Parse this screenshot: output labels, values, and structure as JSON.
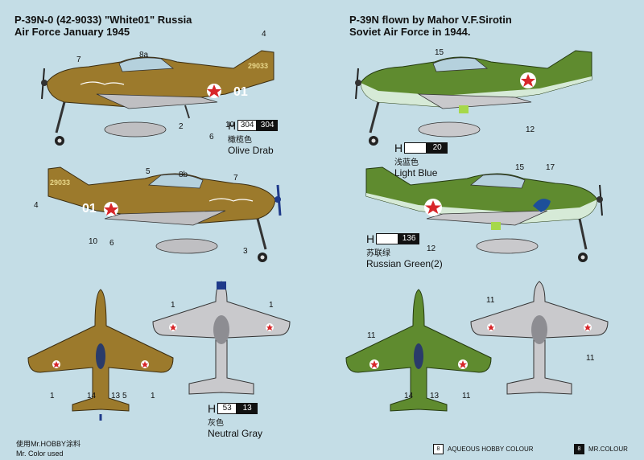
{
  "left_title": {
    "line1": "P-39N-0 (42-9033)  \"White01\" Russia",
    "line2": "Air Force January 1945"
  },
  "right_title": {
    "line1": "P-39N flown by Mahor V.F.Sirotin",
    "line2": "Soviet Air Force in 1944."
  },
  "paints": {
    "olive_drab": {
      "h": "H",
      "code1": "304",
      "code2": "304",
      "cn": "橄榄色",
      "en": "Olive Drab"
    },
    "light_blue": {
      "h": "H",
      "code2": "20",
      "cn": "浅蓝色",
      "en": "Light Blue"
    },
    "russian_green": {
      "h": "H",
      "code2": "136",
      "cn": "苏联绿",
      "en": "Russian Green(2)"
    },
    "neutral_gray": {
      "h": "H",
      "code1": "53",
      "code2": "13",
      "cn": "灰色",
      "en": "Neutral Gray"
    }
  },
  "callouts": {
    "a1": "7",
    "a2": "8a",
    "a3": "4",
    "a4": "2",
    "a5": "10",
    "a6": "6",
    "b1": "5",
    "b2": "8b",
    "b3": "7",
    "b4": "4",
    "b5": "10",
    "b6": "6",
    "b7": "3",
    "c1": "15",
    "c2": "12",
    "d1": "15",
    "d2": "17",
    "d3": "12",
    "e1": "1",
    "e2": "14",
    "e3": "13",
    "e4": "5",
    "e5": "1",
    "f1": "1",
    "f2": "1",
    "g1": "11",
    "g2": "14",
    "g3": "13",
    "g4": "11",
    "h1": "11",
    "h2": "11"
  },
  "markings": {
    "white01_a": "01",
    "white01_b": "01",
    "tail_a": "29033",
    "tail_b": "29033"
  },
  "footer": {
    "line1": "使用Mr.HOBBY涂料",
    "line2": "Mr. Color used"
  },
  "legend": {
    "aqueous_num": "8",
    "aqueous_label": "AQUEOUS HOBBY COLOUR",
    "mrcolor_num": "8",
    "mrcolor_label": "MR.COLOUR"
  },
  "colors": {
    "olive": "#9c7a2c",
    "green": "#5f8b2f",
    "lightblue": "#d6ead7",
    "gray": "#c9c9cc",
    "star": "#d8262a",
    "bg": "#c4dde6"
  }
}
